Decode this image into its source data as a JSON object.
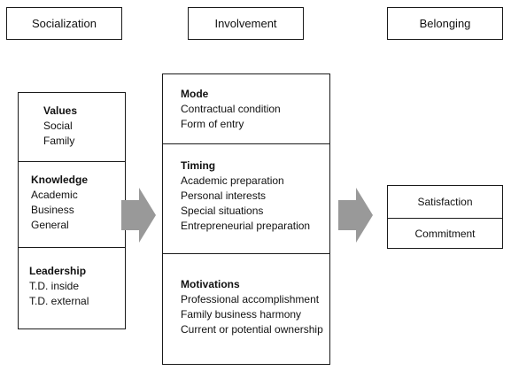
{
  "headers": {
    "socialization": "Socialization",
    "involvement": "Involvement",
    "belonging": "Belonging"
  },
  "socialization_box": {
    "values": {
      "title": "Values",
      "items": [
        "Social",
        "Family"
      ]
    },
    "knowledge": {
      "title": "Knowledge",
      "items": [
        "Academic",
        "Business",
        "General"
      ]
    },
    "leadership": {
      "title": "Leadership",
      "items": [
        "T.D. inside",
        "T.D. external"
      ]
    }
  },
  "involvement_box": {
    "mode": {
      "title": "Mode",
      "items": [
        "Contractual condition",
        "Form of entry"
      ]
    },
    "timing": {
      "title": "Timing",
      "items": [
        "Academic preparation",
        "Personal interests",
        "Special situations",
        "Entrepreneurial preparation"
      ]
    },
    "motivations": {
      "title": "Motivations",
      "items": [
        "Professional accomplishment",
        "Family business harmony",
        "Current or potential ownership"
      ]
    }
  },
  "belonging_box": {
    "satisfaction": "Satisfaction",
    "commitment": "Commitment"
  },
  "colors": {
    "arrow": "#999999",
    "border": "#1a1a1a"
  }
}
